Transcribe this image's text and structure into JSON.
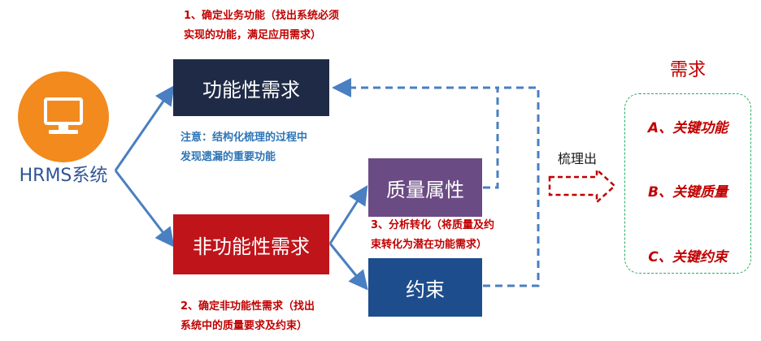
{
  "system": {
    "label": "HRMS系统",
    "icon": "computer-icon"
  },
  "boxes": {
    "functional": "功能性需求",
    "nonfunctional": "非功能性需求",
    "quality": "质量属性",
    "constraint": "约束"
  },
  "notes": {
    "step1": [
      "1、确定业务功能（找出系统必须",
      "实现的功能，满足应用需求）"
    ],
    "attention": [
      "注意：结构化梳理的过程中",
      "发现遗漏的重要功能"
    ],
    "step2": [
      "2、确定非功能性需求（找出",
      "系统中的质量要求及约束）"
    ],
    "step3": [
      "3、分析转化（将质量及约",
      "束转化为潜在功能需求）"
    ]
  },
  "sort_label": "梳理出",
  "requirements": {
    "title": "需求",
    "items": [
      "A、关键功能",
      "B、关键质量",
      "C、关键约束"
    ]
  },
  "colors": {
    "system_circle": "#f28a1e",
    "functional_box": "#1f2b46",
    "nonfunctional_box": "#c0141b",
    "quality_box": "#6b4b84",
    "constraint_box": "#1e4d8d",
    "arrow": "#4a7fc1",
    "accent_red": "#c00000",
    "note_blue": "#2e75b6",
    "requirements_border": "#27ae60"
  }
}
